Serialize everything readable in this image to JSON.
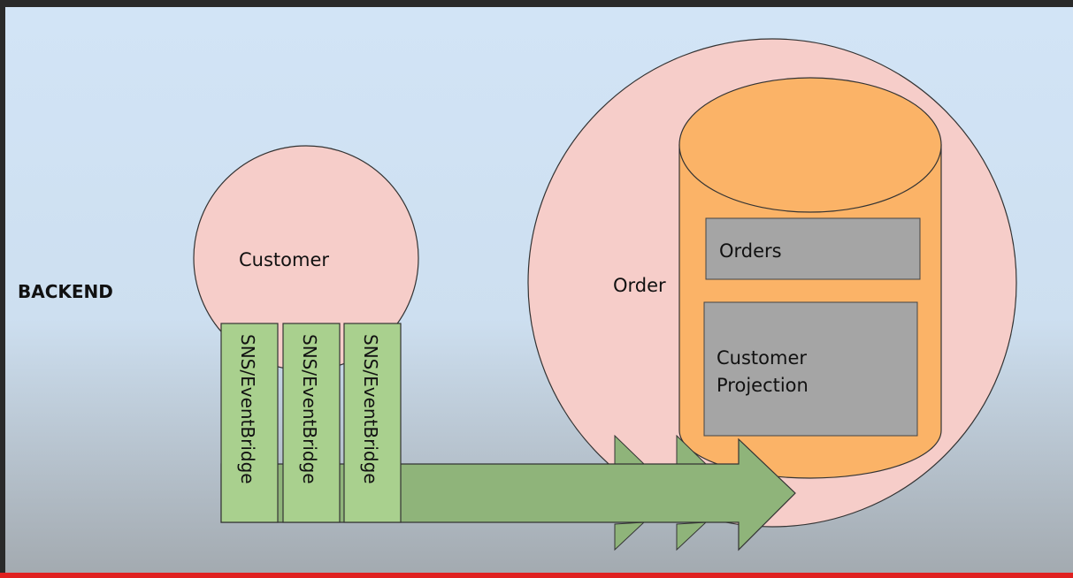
{
  "slide": {
    "side_label": "BACKEND",
    "customer_label": "Customer",
    "order_label": "Order",
    "db_box_orders": "Orders",
    "db_box_projection_line1": "Customer",
    "db_box_projection_line2": "Projection",
    "channels": [
      "SNS/EventBridge",
      "SNS/EventBridge",
      "SNS/EventBridge"
    ]
  },
  "colors": {
    "background_top": "#cfe2f5",
    "background_bottom": "#9aa2a8",
    "circle_fill": "#f6cdc9",
    "cylinder_fill": "#fbb367",
    "box_fill": "#a5a5a5",
    "channel_fill": "#a9d08e",
    "arrow_fill": "#8fb47a",
    "red_bar": "#e02020"
  }
}
